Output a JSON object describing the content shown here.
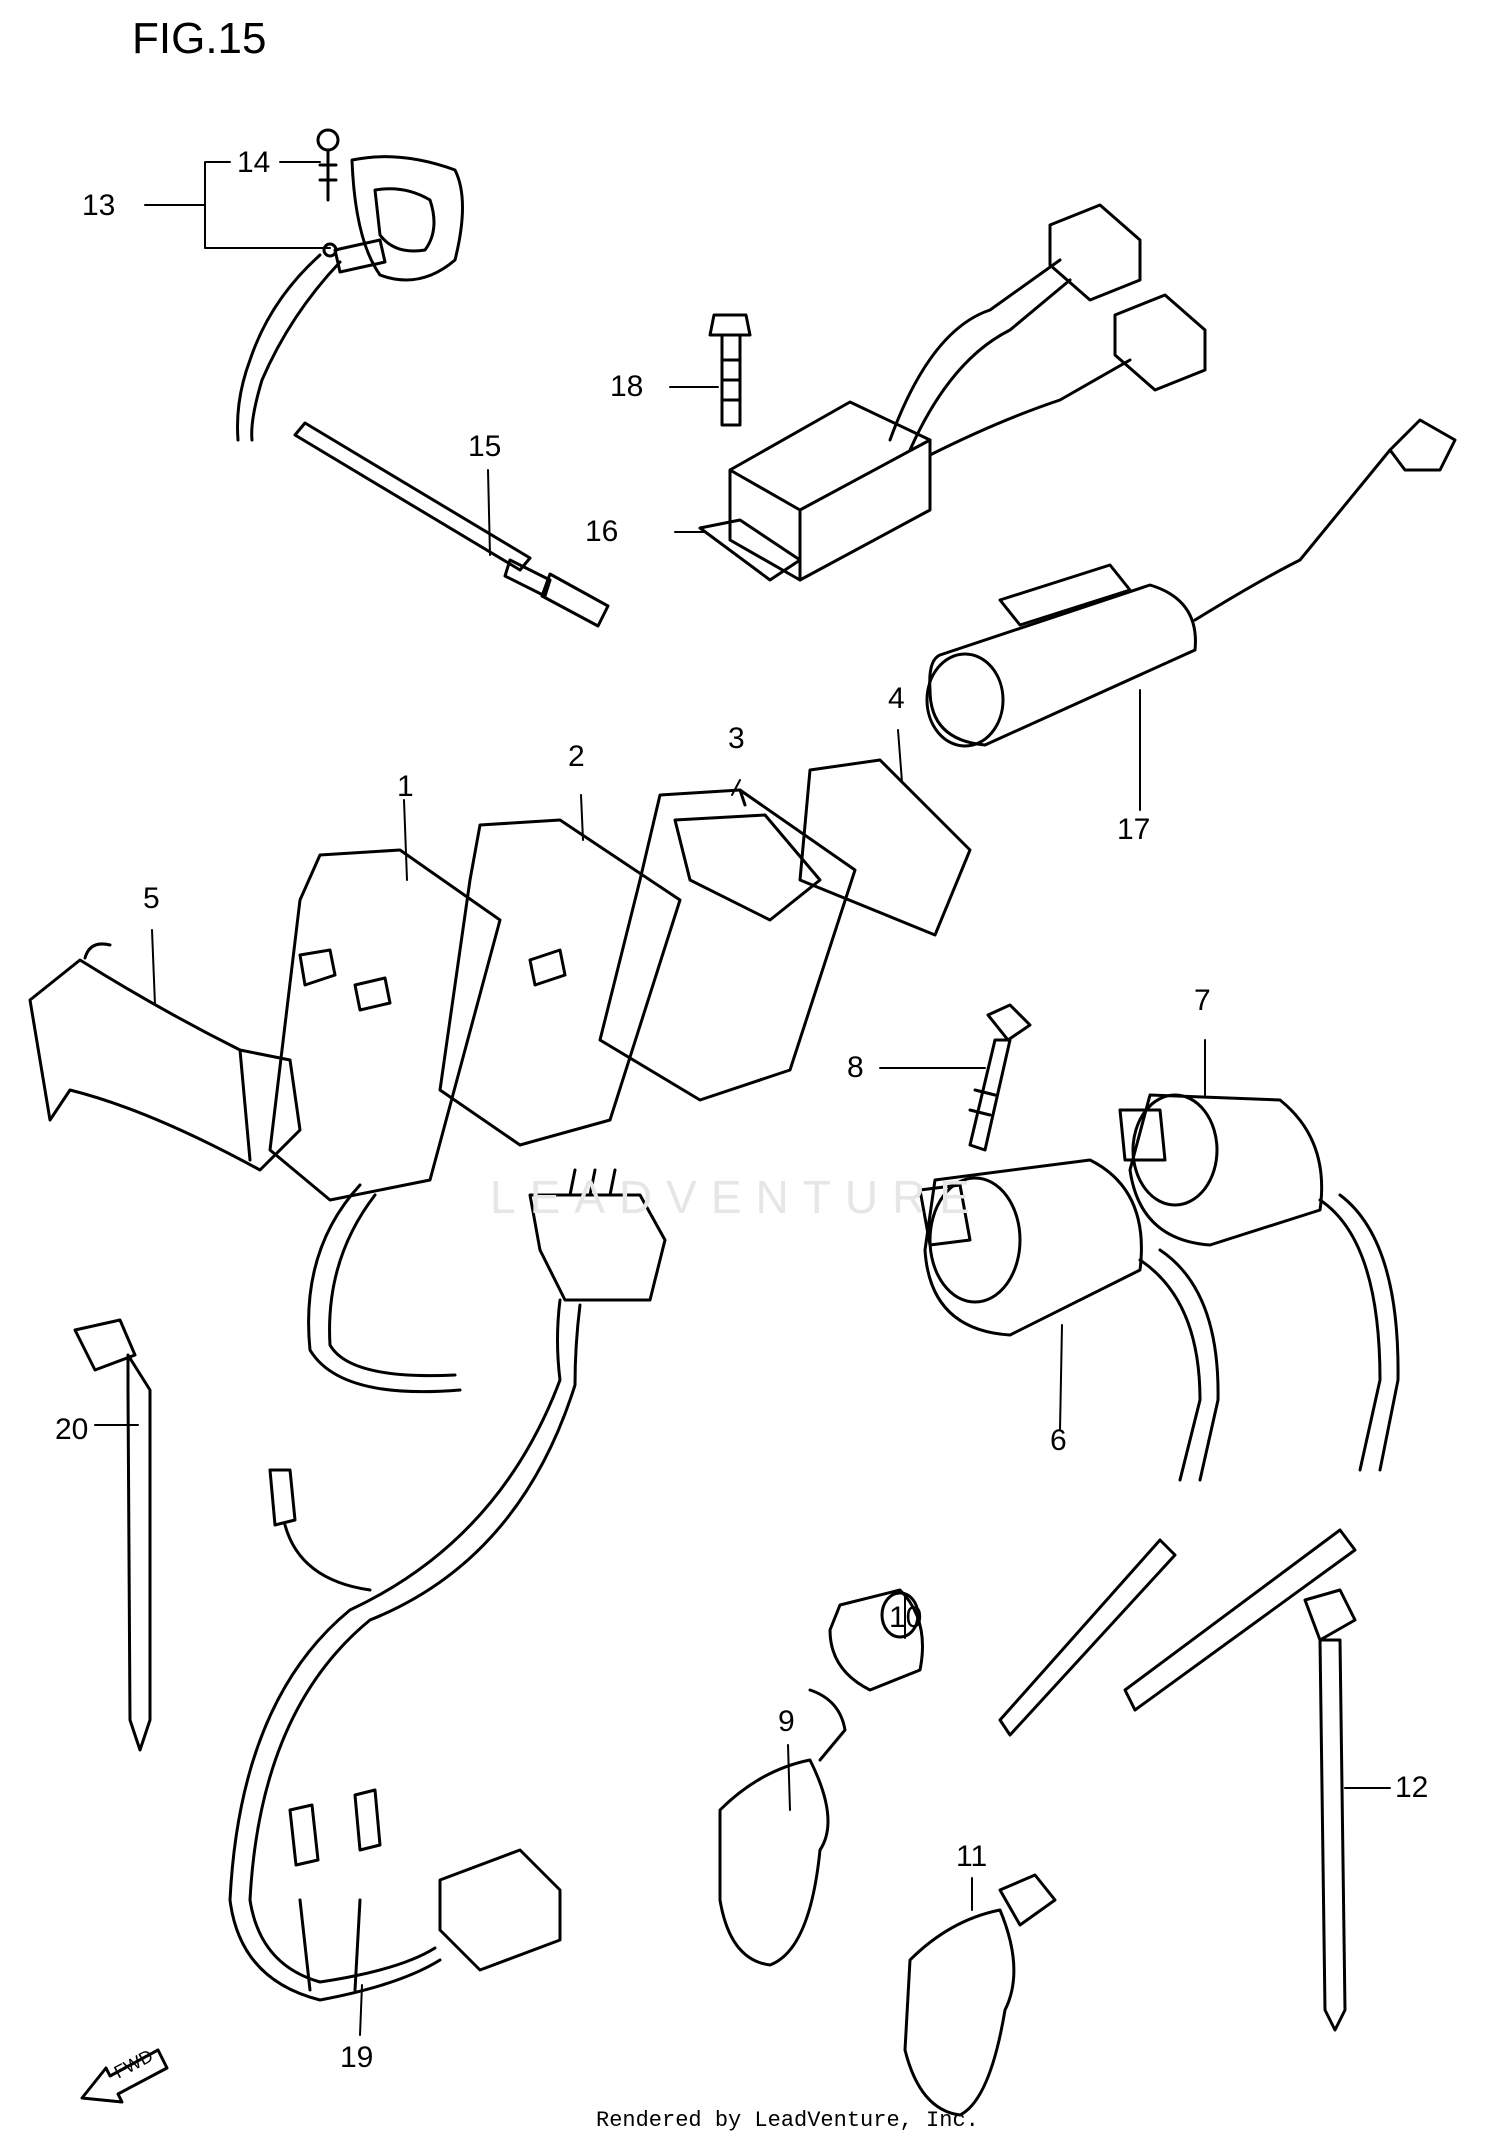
{
  "figure": {
    "title": "FIG.15"
  },
  "callouts": [
    {
      "id": "1",
      "text": "1"
    },
    {
      "id": "2",
      "text": "2"
    },
    {
      "id": "3",
      "text": "3"
    },
    {
      "id": "4",
      "text": "4"
    },
    {
      "id": "5",
      "text": "5"
    },
    {
      "id": "6",
      "text": "6"
    },
    {
      "id": "7",
      "text": "7"
    },
    {
      "id": "8",
      "text": "8"
    },
    {
      "id": "9",
      "text": "9"
    },
    {
      "id": "10",
      "text": "10"
    },
    {
      "id": "11",
      "text": "11"
    },
    {
      "id": "12",
      "text": "12"
    },
    {
      "id": "13",
      "text": "13"
    },
    {
      "id": "14",
      "text": "14"
    },
    {
      "id": "15",
      "text": "15"
    },
    {
      "id": "16",
      "text": "16"
    },
    {
      "id": "17",
      "text": "17"
    },
    {
      "id": "18",
      "text": "18"
    },
    {
      "id": "19",
      "text": "19"
    },
    {
      "id": "20",
      "text": "20"
    }
  ],
  "direction_marker": {
    "text": "FWD"
  },
  "watermark": {
    "text": "LEADVENTURE"
  },
  "footer": {
    "credit": "Rendered by LeadVenture, Inc."
  }
}
